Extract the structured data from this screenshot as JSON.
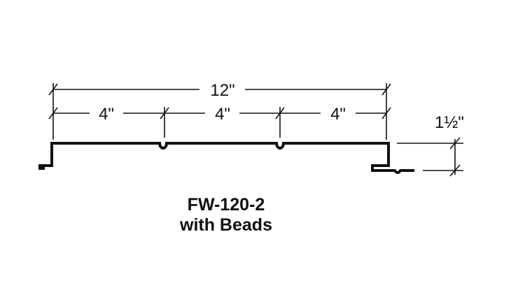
{
  "dimensions": {
    "overall_width": "12\"",
    "segment_1": "4\"",
    "segment_2": "4\"",
    "segment_3": "4\"",
    "height": "1½\""
  },
  "caption": {
    "model": "FW-120-2",
    "subtitle": "with Beads"
  },
  "colors": {
    "stroke": "#111111",
    "background": "#ffffff"
  }
}
